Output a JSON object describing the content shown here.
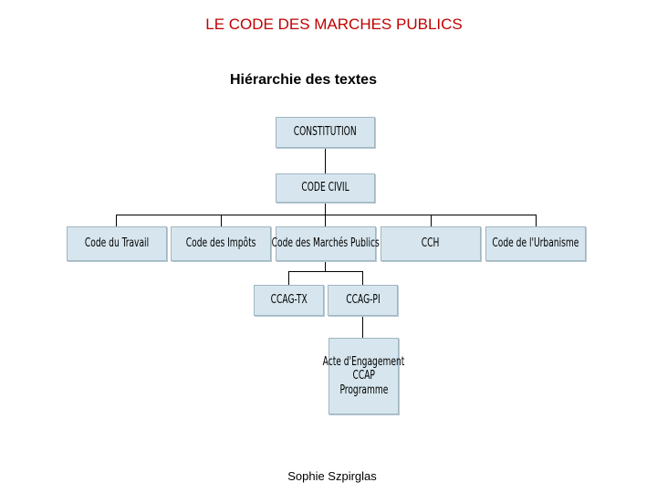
{
  "title": "LE CODE DES MARCHES PUBLICS",
  "subtitle": "Hiérarchie des textes",
  "footer": "Sophie Szpirglas",
  "colors": {
    "title": "#c00000",
    "box_fill": "#d7e6ee",
    "box_border": "#9fb5c1"
  },
  "hierarchy": {
    "level1": "CONSTITUTION",
    "level2": "CODE CIVIL",
    "level3": [
      "Code du Travail",
      "Code des Impôts",
      "Code des Marchés Publics",
      "CCH",
      "Code de l'Urbanisme"
    ],
    "level4": [
      "CCAG-TX",
      "CCAG-PI"
    ],
    "level5": [
      "Acte d'Engagement",
      "CCAP",
      "Programme"
    ]
  }
}
